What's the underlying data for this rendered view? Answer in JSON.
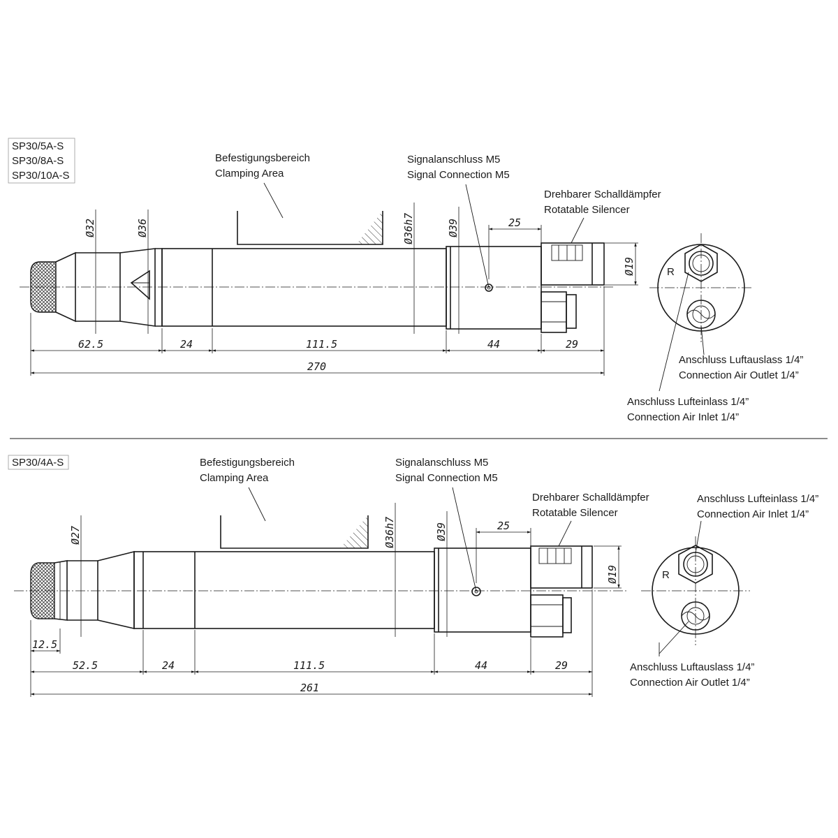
{
  "top": {
    "models": [
      "SP30/5A-S",
      "SP30/8A-S",
      "SP30/10A-S"
    ],
    "clamping": [
      "Befestigungsbereich",
      "Clamping Area"
    ],
    "signal": [
      "Signalanschluss M5",
      "Signal Connection M5"
    ],
    "silencer": [
      "Drehbarer Schalldämpfer",
      "Rotatable Silencer"
    ],
    "outlet": [
      "Anschluss Luftauslass 1/4”",
      "Connection Air Outlet 1/4”"
    ],
    "inlet": [
      "Anschluss Lufteinlass 1/4”",
      "Connection Air Inlet 1/4”"
    ],
    "diameters": [
      "Ø32",
      "Ø36",
      "Ø36h7",
      "Ø39",
      "Ø19"
    ],
    "dims": [
      "62.5",
      "24",
      "111.5",
      "44",
      "29",
      "270",
      "25"
    ],
    "port_mark": "R"
  },
  "bottom": {
    "models": [
      "SP30/4A-S"
    ],
    "clamping": [
      "Befestigungsbereich",
      "Clamping Area"
    ],
    "signal": [
      "Signalanschluss M5",
      "Signal Connection M5"
    ],
    "silencer": [
      "Drehbarer Schalldämpfer",
      "Rotatable Silencer"
    ],
    "inlet": [
      "Anschluss Lufteinlass 1/4”",
      "Connection Air Inlet 1/4”"
    ],
    "outlet": [
      "Anschluss Luftauslass 1/4”",
      "Connection Air Outlet 1/4”"
    ],
    "diameters": [
      "Ø27",
      "Ø36h7",
      "Ø39",
      "Ø19"
    ],
    "dims": [
      "12.5",
      "52.5",
      "24",
      "111.5",
      "44",
      "29",
      "261",
      "25"
    ],
    "port_mark": "R"
  }
}
